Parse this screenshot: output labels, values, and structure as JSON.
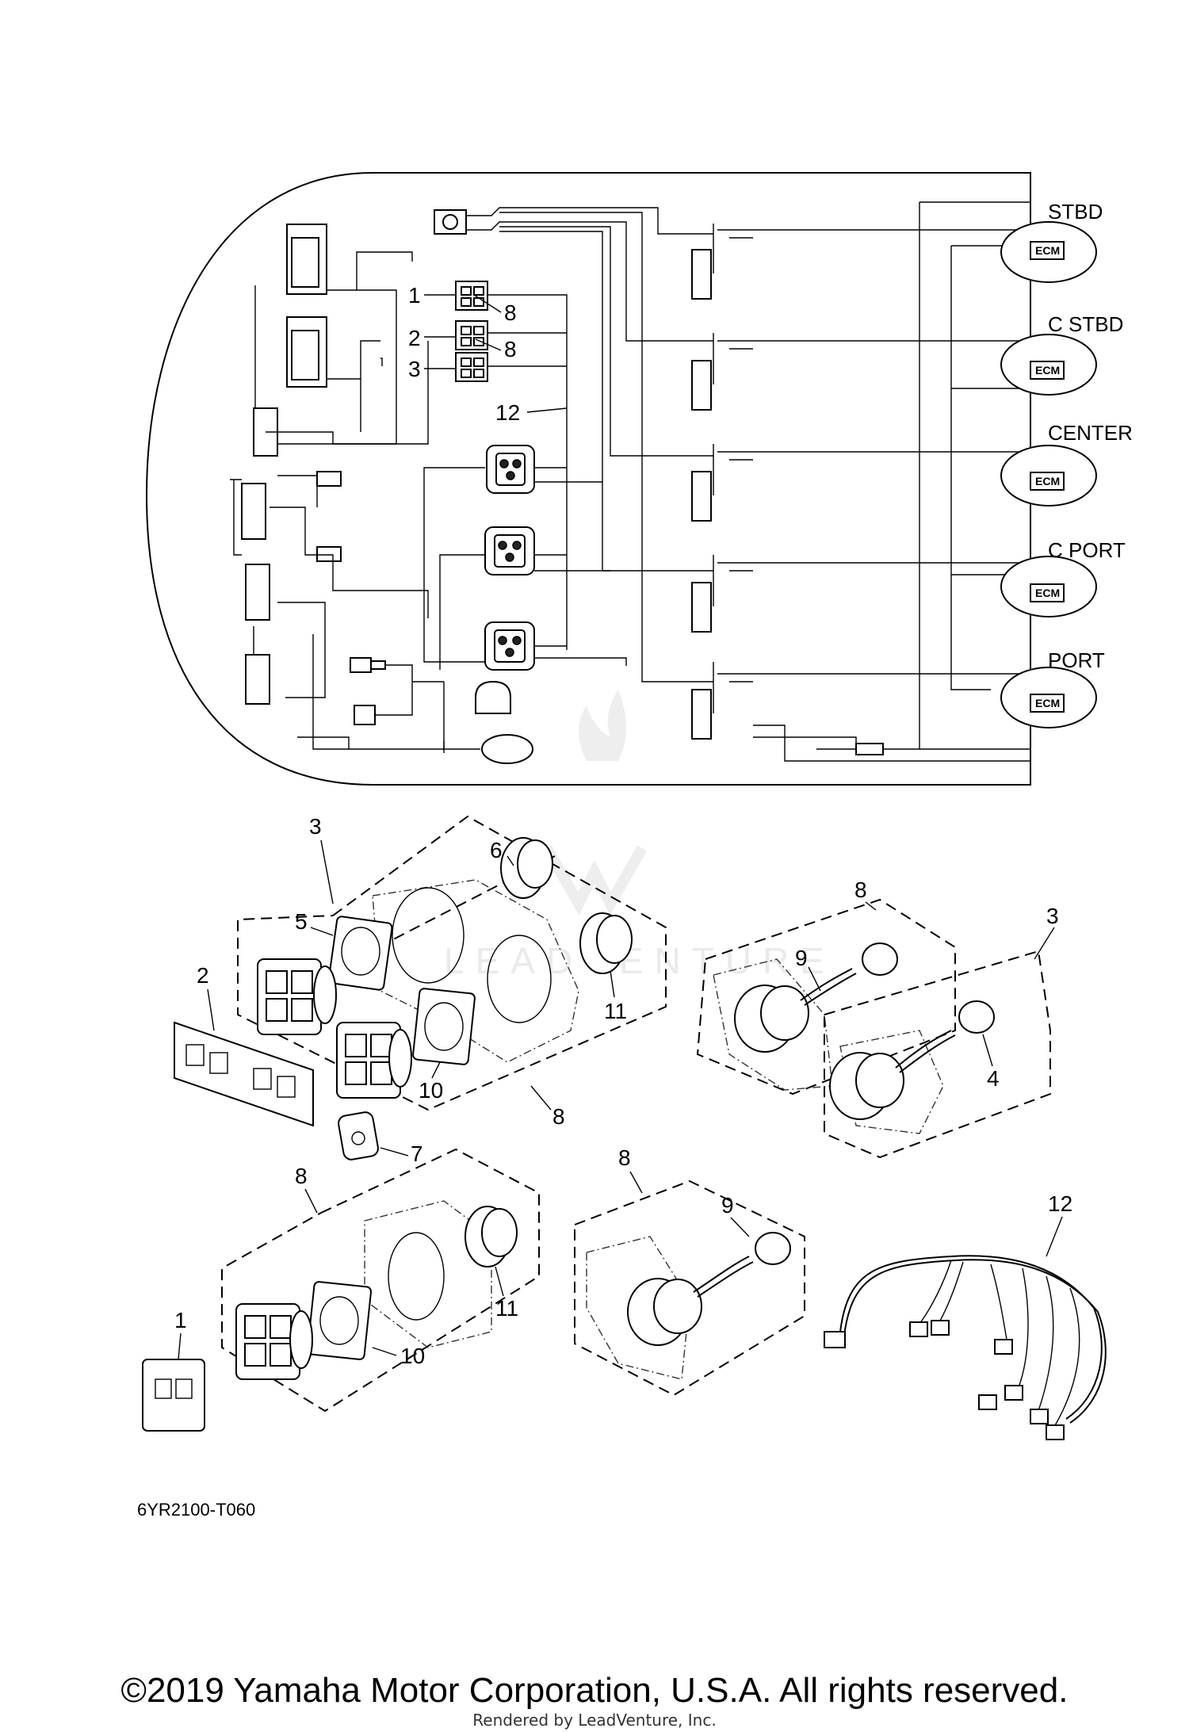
{
  "wiring_diagram": {
    "engine_labels": [
      "STBD",
      "C STBD",
      "CENTER",
      "C PORT",
      "PORT"
    ],
    "ecm_label": "ECM",
    "callouts": [
      "1",
      "8",
      "2",
      "8",
      "3",
      "12"
    ]
  },
  "parts_exploded_view": {
    "callouts": [
      "3",
      "6",
      "5",
      "2",
      "11",
      "10",
      "8",
      "7",
      "8",
      "9",
      "3",
      "4",
      "8",
      "11",
      "10",
      "1",
      "8",
      "9",
      "12"
    ]
  },
  "diagram_code": "6YR2100-T060",
  "watermark": "LEADVENTURE",
  "copyright": "©2019 Yamaha Motor Corporation, U.S.A. All rights reserved.",
  "rendered_by": "Rendered by LeadVenture, Inc."
}
